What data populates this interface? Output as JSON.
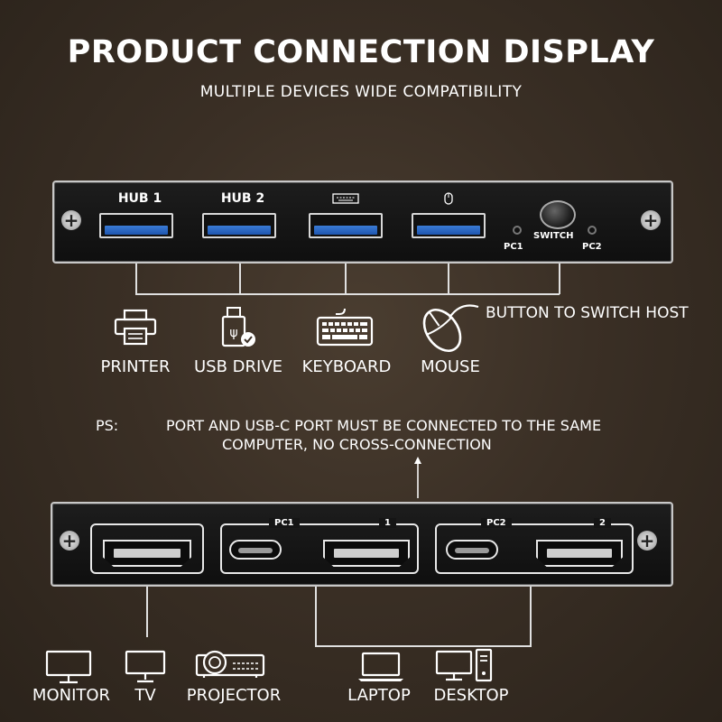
{
  "header": {
    "title": "PRODUCT CONNECTION DISPLAY",
    "subtitle": "MULTIPLE DEVICES WIDE COMPATIBILITY"
  },
  "top_panel": {
    "ports": [
      {
        "label": "HUB 1"
      },
      {
        "label": "HUB 2"
      },
      {
        "label": "",
        "icon": "keyboard-icon"
      },
      {
        "label": "",
        "icon": "mouse-icon"
      }
    ],
    "switch_label": "SWITCH",
    "pc1_label": "PC1",
    "pc2_label": "PC2",
    "button_note": "BUTTON TO SWITCH HOST"
  },
  "top_devices": [
    {
      "label": "PRINTER",
      "icon": "printer-icon"
    },
    {
      "label": "USB DRIVE",
      "icon": "usb-drive-icon"
    },
    {
      "label": "KEYBOARD",
      "icon": "keyboard-icon"
    },
    {
      "label": "MOUSE",
      "icon": "mouse-icon"
    }
  ],
  "note": {
    "prefix": "PS:",
    "line1": "PORT AND USB-C PORT MUST BE CONNECTED TO THE SAME",
    "line2": "COMPUTER, NO CROSS-CONNECTION"
  },
  "bottom_panel": {
    "group1_title": "PC1",
    "group1_num": "1",
    "group2_title": "PC2",
    "group2_num": "2"
  },
  "bottom_devices": [
    {
      "label": "MONITOR",
      "icon": "monitor-icon"
    },
    {
      "label": "TV",
      "icon": "tv-icon"
    },
    {
      "label": "PROJECTOR",
      "icon": "projector-icon"
    },
    {
      "label": "LAPTOP",
      "icon": "laptop-icon"
    },
    {
      "label": "DESKTOP",
      "icon": "desktop-icon"
    }
  ],
  "colors": {
    "background": "#3a2f25",
    "usb_blue": "#3a7bd5",
    "panel": "#141414",
    "text": "#ffffff"
  }
}
